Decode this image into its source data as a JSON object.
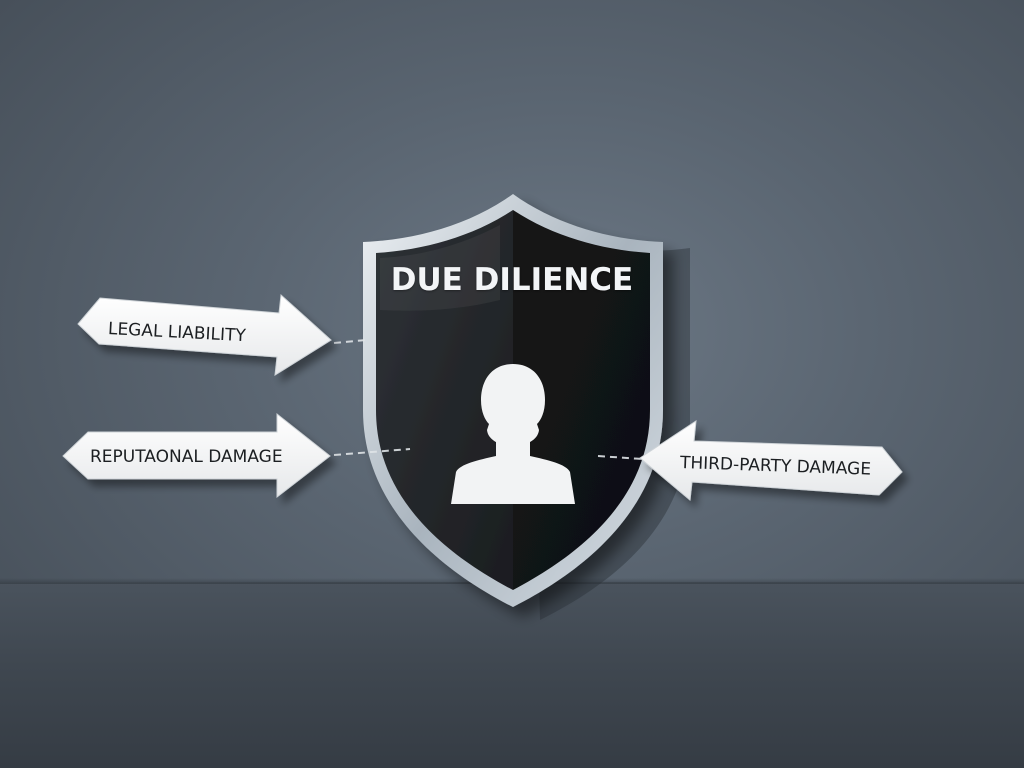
{
  "shield": {
    "title": "DUE DILIENCE",
    "icon": "person-icon"
  },
  "risks": [
    {
      "label": "LEGAL LIABILITY",
      "direction": "right"
    },
    {
      "label": "REPUTAONAL DAMAGE",
      "direction": "right"
    },
    {
      "label": "THIRD-PARTY DAMAGE",
      "direction": "left"
    }
  ],
  "colors": {
    "background_wall": "#5a6571",
    "floor": "#3f4750",
    "shield_dark": "#1d1f22",
    "shield_rim": "#c9d3dc",
    "arrow_fill": "#f4f5f6",
    "icon_fill": "#f2f3f4"
  }
}
